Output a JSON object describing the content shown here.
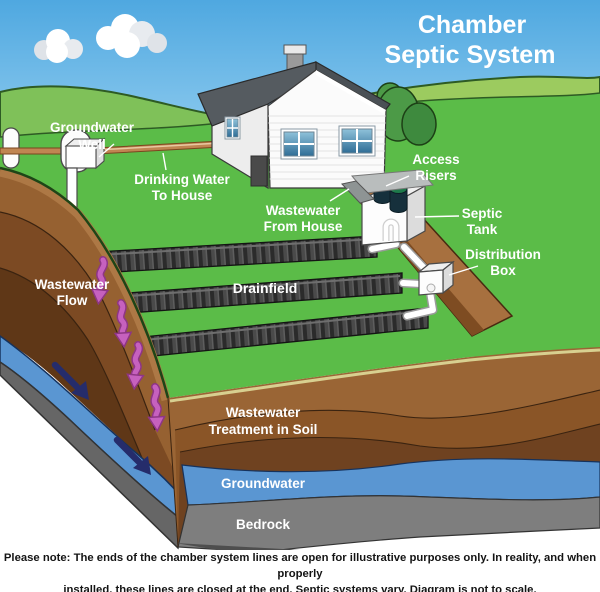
{
  "title": {
    "line1": "Chamber",
    "line2": "Septic System"
  },
  "labels": {
    "groundwater_well": {
      "line1": "Groundwater",
      "line2": "Well"
    },
    "drinking_water": {
      "line1": "Drinking Water",
      "line2": "To House"
    },
    "wastewater_from_house": {
      "line1": "Wastewater",
      "line2": "From House"
    },
    "access_risers": {
      "line1": "Access",
      "line2": "Risers"
    },
    "septic_tank": {
      "line1": "Septic",
      "line2": "Tank"
    },
    "distribution_box": {
      "line1": "Distribution",
      "line2": "Box"
    },
    "wastewater_flow": {
      "line1": "Wastewater",
      "line2": "Flow"
    },
    "drainfield": {
      "text": "Drainfield"
    },
    "wastewater_treatment": {
      "line1": "Wastewater",
      "line2": "Treatment in Soil"
    },
    "groundwater_layer": {
      "text": "Groundwater"
    },
    "bedrock": {
      "text": "Bedrock"
    }
  },
  "footnote": {
    "line1": "Please note: The ends of the chamber system lines are open for illustrative purposes only. In reality, and when properly",
    "line2": "installed, these lines are closed at the end. Septic systems vary. Diagram is not to scale."
  },
  "colors": {
    "sky_top": "#55ACE2",
    "sky_bottom": "#8ECBEF",
    "hill_green": "#9CCB5F",
    "lawn_green": "#5BBC48",
    "soil_brown": "#966131",
    "trench_brown": "#A7703F",
    "groundwater_blue": "#5A96D2",
    "bedrock_gray": "#7E7E7E",
    "chamber_dark": "#3F3F3F",
    "flow_arrow_pink": "#C661BE",
    "flow_arrow_navy": "#252C6B",
    "riser_green": "#1E7A4B",
    "label_text": "#FFFFFF"
  }
}
